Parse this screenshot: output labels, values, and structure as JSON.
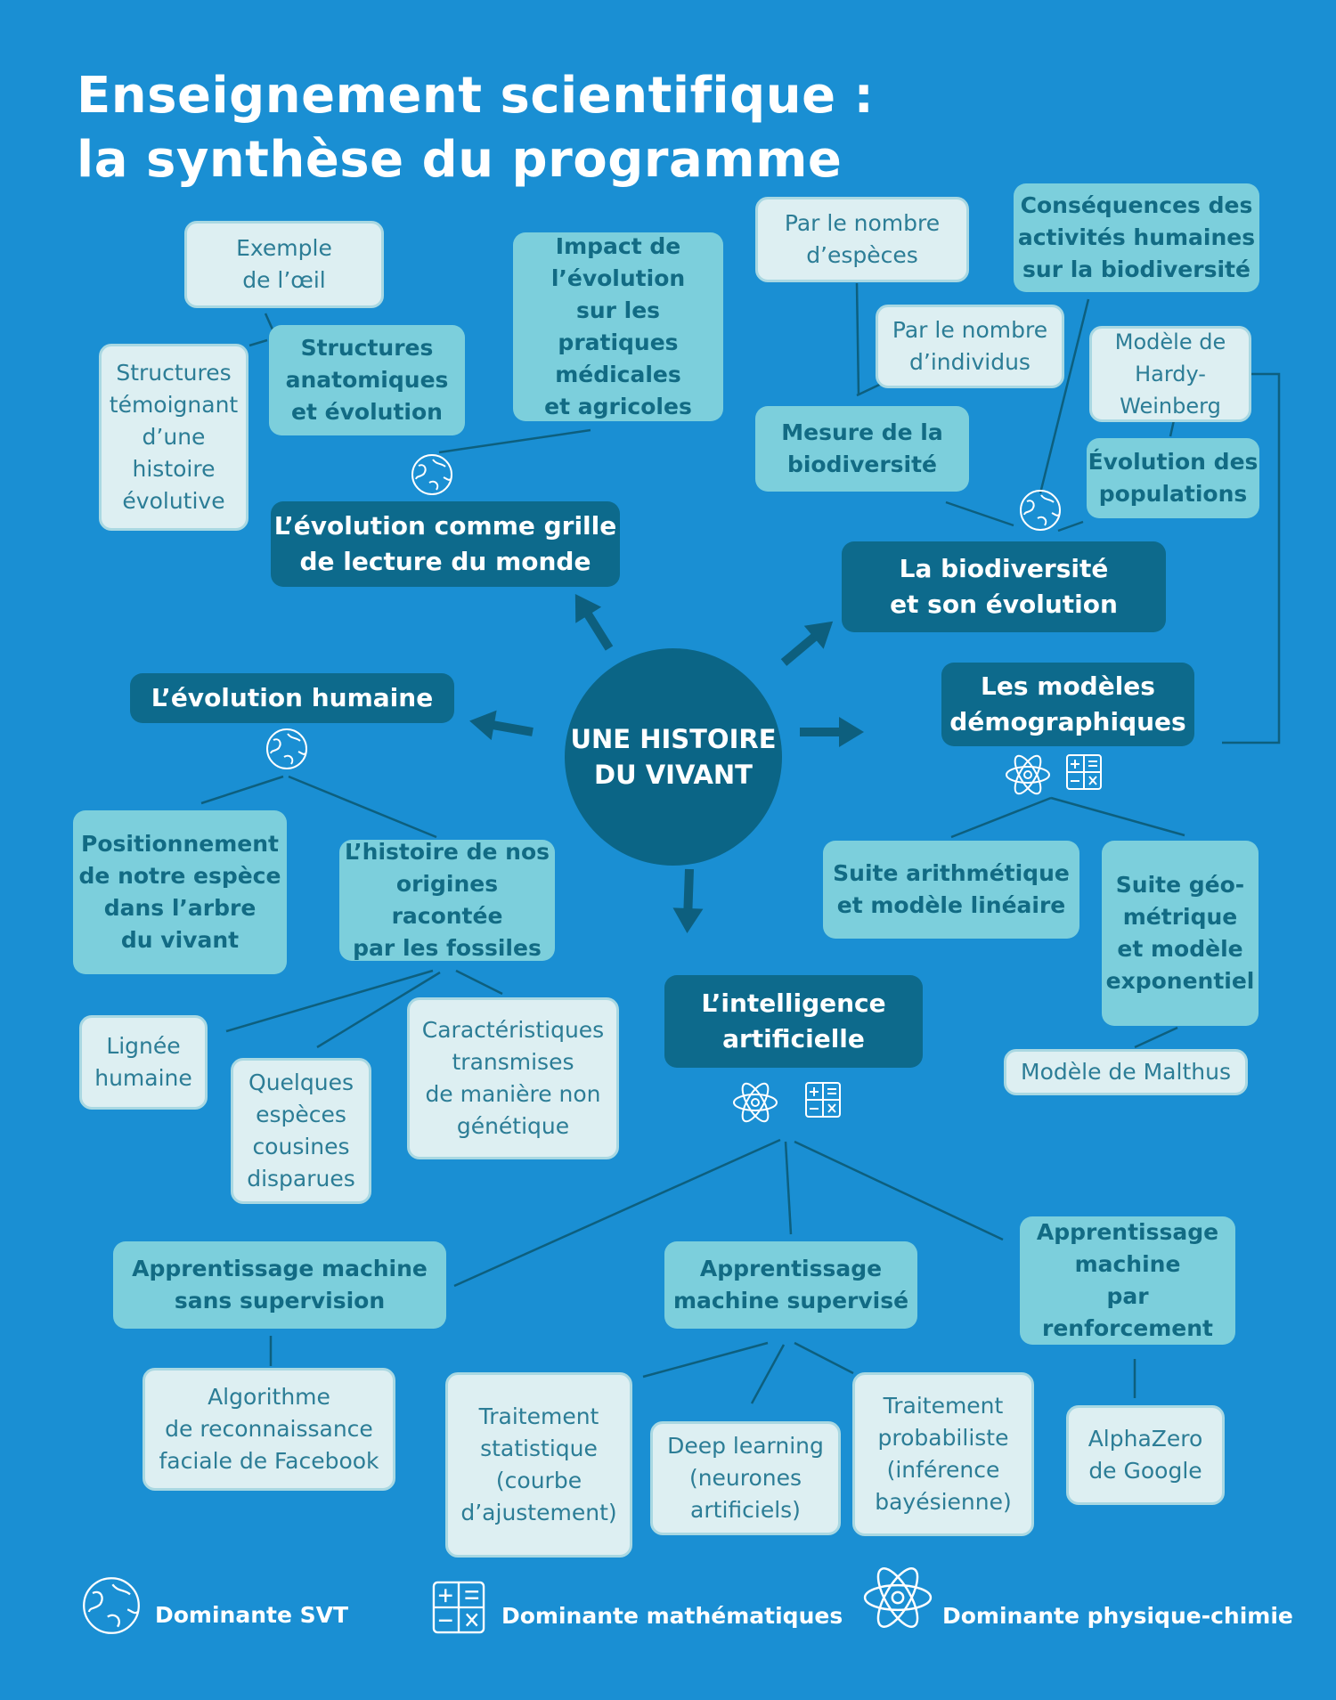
{
  "title": {
    "line1": "Enseignement scientifique :",
    "line2": "la synthèse du programme"
  },
  "center": "UNE HISTOIRE\nDU VIVANT",
  "themes": {
    "evolution_monde": "L’évolution comme grille\nde lecture du monde",
    "biodiversite": "La biodiversité\net son évolution",
    "modeles_demo": "Les modèles\ndémographiques",
    "evolution_humaine": "L’évolution humaine",
    "ia": "L’intelligence\nartificielle"
  },
  "nodes": {
    "exemple_oeil": "Exemple\nde l’œil",
    "structures_anat": "Structures\nanatomiques\net évolution",
    "structures_temoignant": "Structures\ntémoignant\nd’une\nhistoire\névolutive",
    "impact_evolution": "Impact de\nl’évolution\nsur les pratiques\nmédicales\net agricoles",
    "nombre_especes": "Par le nombre\nd’espèces",
    "nombre_individus": "Par le nombre\nd’individus",
    "consequences": "Conséquences des\nactivités humaines\nsur la biodiversité",
    "hardy": "Modèle de\nHardy-Weinberg",
    "evolution_populations": "Évolution des\npopulations",
    "mesure_biodiv": "Mesure de la\nbiodiversité",
    "suite_arith": "Suite arithmétique\net modèle linéaire",
    "suite_geo": "Suite géo-\nmétrique\net modèle\nexponentiel",
    "malthus": "Modèle de Malthus",
    "positionnement": "Positionnement\nde notre espèce\ndans l’arbre\ndu vivant",
    "histoire_origines": "L’histoire de nos\norigines racontée\npar les fossiles",
    "lignee": "Lignée\nhumaine",
    "cousines": "Quelques\nespèces\ncousines\ndisparues",
    "caracteristiques": "Caractéristiques\ntransmises\nde manière non\ngénétique",
    "sans_supervision": "Apprentissage machine\nsans supervision",
    "supervise": "Apprentissage\nmachine supervisé",
    "renforcement": "Apprentissage\nmachine\npar renforcement",
    "facebook": "Algorithme\nde reconnaissance\nfaciale de Facebook",
    "traitement_stat": "Traitement\nstatistique\n(courbe\nd’ajustement)",
    "deep_learning": "Deep learning\n(neurones\nartificiels)",
    "traitement_proba": "Traitement\nprobabiliste\n(inférence\nbayésienne)",
    "alphazero": "AlphaZero\nde Google"
  },
  "legend": {
    "svt": "Dominante SVT",
    "maths": "Dominante mathématiques",
    "physique": "Dominante physique-chimie"
  },
  "colors": {
    "background": "#1a8fd3",
    "dark_box": "#0d6a8c",
    "mid_box": "#7ccfdc",
    "light_box": "#ddeff2",
    "line": "#0d5f7e"
  },
  "icons": [
    "globe-icon",
    "math-symbols-icon",
    "atom-icon"
  ]
}
